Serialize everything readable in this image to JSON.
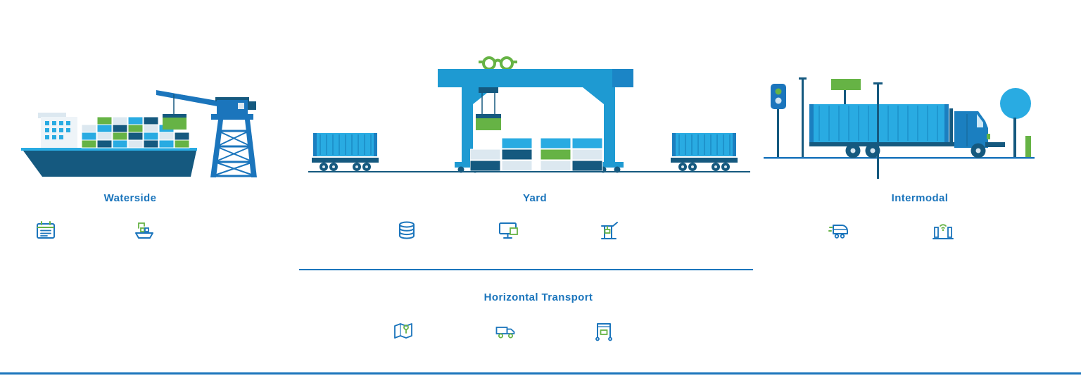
{
  "colors": {
    "navy": "#15597f",
    "blue": "#1b75bc",
    "sky": "#29abe2",
    "gantry_blue": "#1e9ad2",
    "green": "#66b345",
    "light_container": "#dce8f0",
    "text": "#1b75bc"
  },
  "scene": {
    "illustrations": [
      "container-ship",
      "harbor-crane",
      "rail-wagon-left",
      "gantry-crane",
      "container-stacks",
      "rail-wagon-right",
      "container-truck",
      "signal-masts",
      "tree"
    ]
  },
  "sections": {
    "waterside": {
      "label": "Waterside",
      "icons": [
        "schedule-icon",
        "vessel-icon"
      ]
    },
    "yard": {
      "label": "Yard",
      "icons": [
        "database-icon",
        "monitor-icon",
        "crane-icon"
      ]
    },
    "intermodal": {
      "label": "Intermodal",
      "icons": [
        "train-icon",
        "gate-icon"
      ]
    },
    "horizontal_transport": {
      "label": "Horizontal Transport",
      "icons": [
        "route-map-icon",
        "terminal-truck-icon",
        "straddle-carrier-icon"
      ]
    }
  }
}
